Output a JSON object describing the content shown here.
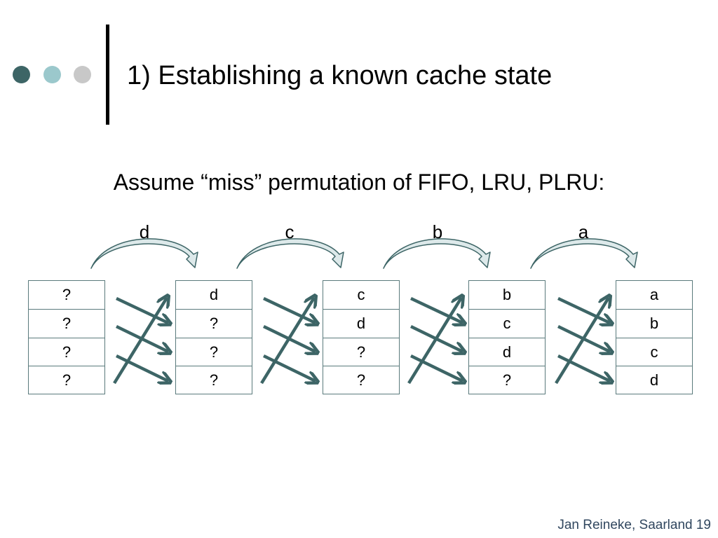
{
  "slide": {
    "title": "1) Establishing a known cache state",
    "subtitle": "Assume “miss” permutation of FIFO, LRU, PLRU:",
    "footer": "Jan Reineke, Saarland 19"
  },
  "colors": {
    "dot_dark": "#3d6566",
    "dot_light": "#9bc8cc",
    "dot_gray": "#c8c8c8",
    "arrow": "#3d6566",
    "border": "#5a7a7c"
  },
  "accesses": [
    {
      "label": "d"
    },
    {
      "label": "c"
    },
    {
      "label": "b"
    },
    {
      "label": "a"
    }
  ],
  "cache_states": [
    {
      "cells": [
        "?",
        "?",
        "?",
        "?"
      ]
    },
    {
      "cells": [
        "d",
        "?",
        "?",
        "?"
      ]
    },
    {
      "cells": [
        "c",
        "d",
        "?",
        "?"
      ]
    },
    {
      "cells": [
        "b",
        "c",
        "d",
        "?"
      ]
    },
    {
      "cells": [
        "a",
        "b",
        "c",
        "d"
      ]
    }
  ]
}
